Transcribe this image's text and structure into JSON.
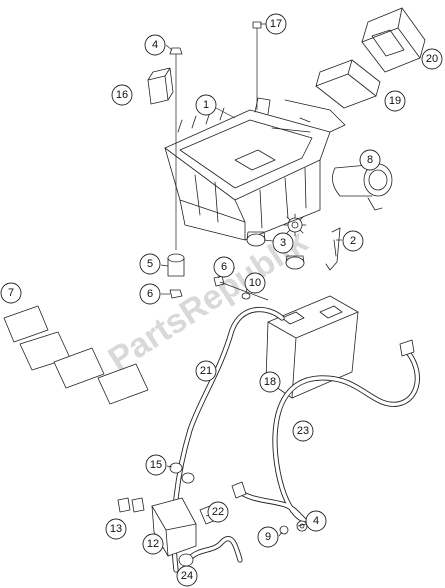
{
  "watermark": {
    "text": "PartsRepublik"
  },
  "callouts": [
    {
      "id": "c1",
      "label": "1"
    },
    {
      "id": "c2",
      "label": "2"
    },
    {
      "id": "c3",
      "label": "3"
    },
    {
      "id": "c4a",
      "label": "4"
    },
    {
      "id": "c4b",
      "label": "4"
    },
    {
      "id": "c5",
      "label": "5"
    },
    {
      "id": "c6a",
      "label": "6"
    },
    {
      "id": "c6b",
      "label": "6"
    },
    {
      "id": "c7",
      "label": "7"
    },
    {
      "id": "c8",
      "label": "8"
    },
    {
      "id": "c9",
      "label": "9"
    },
    {
      "id": "c10",
      "label": "10"
    },
    {
      "id": "c12",
      "label": "12"
    },
    {
      "id": "c13",
      "label": "13"
    },
    {
      "id": "c15",
      "label": "15"
    },
    {
      "id": "c16",
      "label": "16"
    },
    {
      "id": "c17",
      "label": "17"
    },
    {
      "id": "c18",
      "label": "18"
    },
    {
      "id": "c19",
      "label": "19"
    },
    {
      "id": "c20",
      "label": "20"
    },
    {
      "id": "c21",
      "label": "21"
    },
    {
      "id": "c22",
      "label": "22"
    },
    {
      "id": "c23",
      "label": "23"
    },
    {
      "id": "c24",
      "label": "24"
    }
  ]
}
